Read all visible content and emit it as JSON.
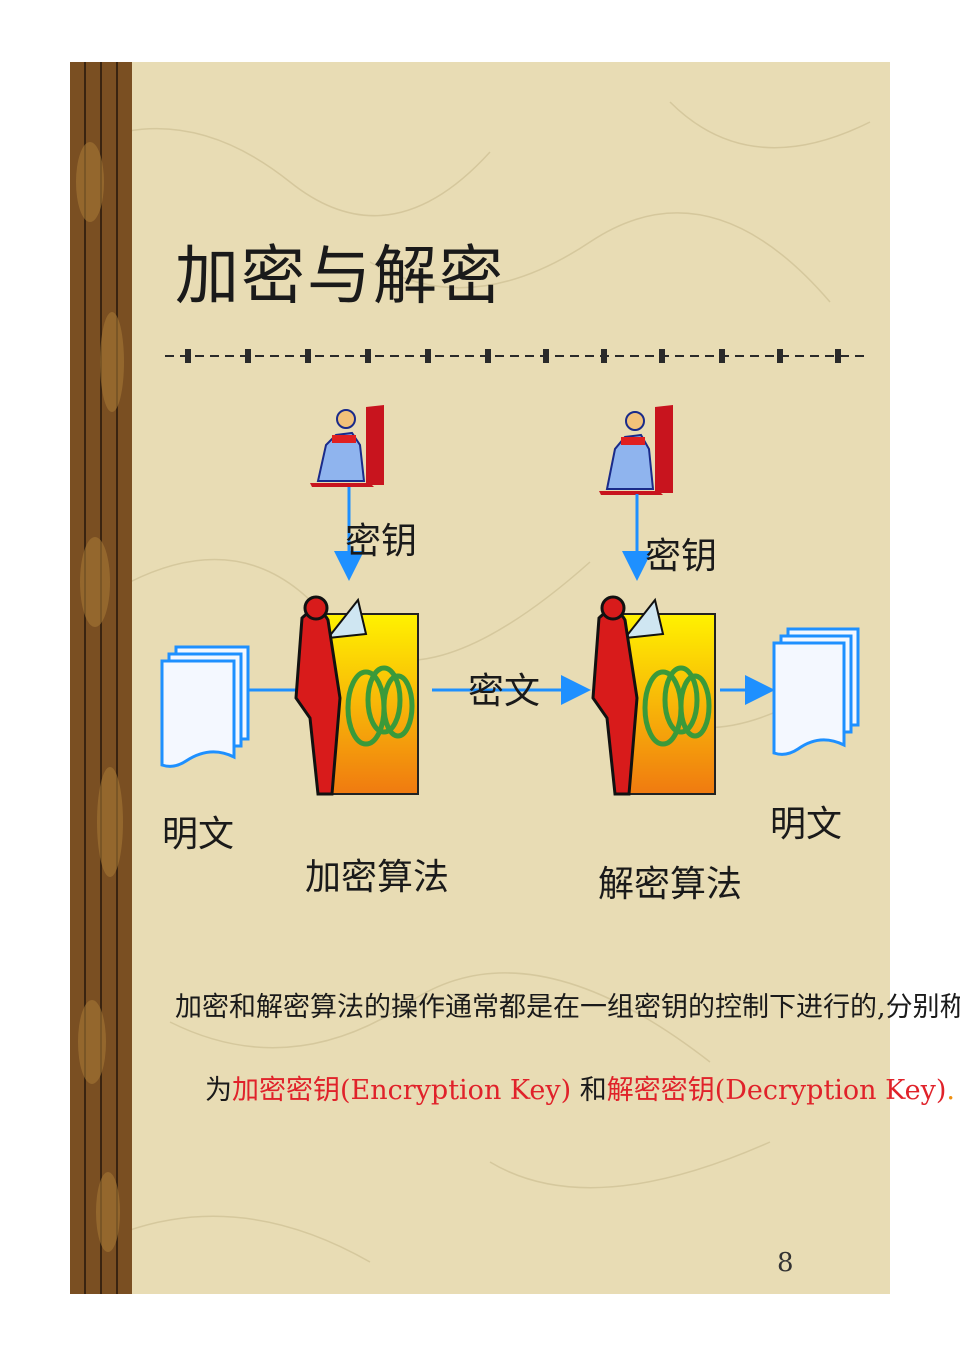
{
  "slide": {
    "title": "加密与解密",
    "labels": {
      "key_left": "密钥",
      "key_right": "密钥",
      "ciphertext": "密文",
      "plaintext_left": "明文",
      "plaintext_right": "明文",
      "encrypt_algorithm": "加密算法",
      "decrypt_algorithm": "解密算法"
    },
    "paragraph": {
      "line1": "加密和解密算法的操作通常都是在一组密钥的控制下进行的,分别称",
      "line2_prefix": "为",
      "encrypt_key": "加密密钥(Encryption Key)",
      "connector": " 和",
      "decrypt_key": "解密密钥(Decryption Key)",
      "period": "."
    },
    "page_number": "8"
  },
  "colors": {
    "background": "#e8dcb4",
    "sidebar": "#7a4f22",
    "arrow": "#1e90ff",
    "highlight_red": "#e0222a"
  },
  "icons": [
    "key-holder-icon",
    "document-stack-icon",
    "algorithm-figure-icon"
  ]
}
